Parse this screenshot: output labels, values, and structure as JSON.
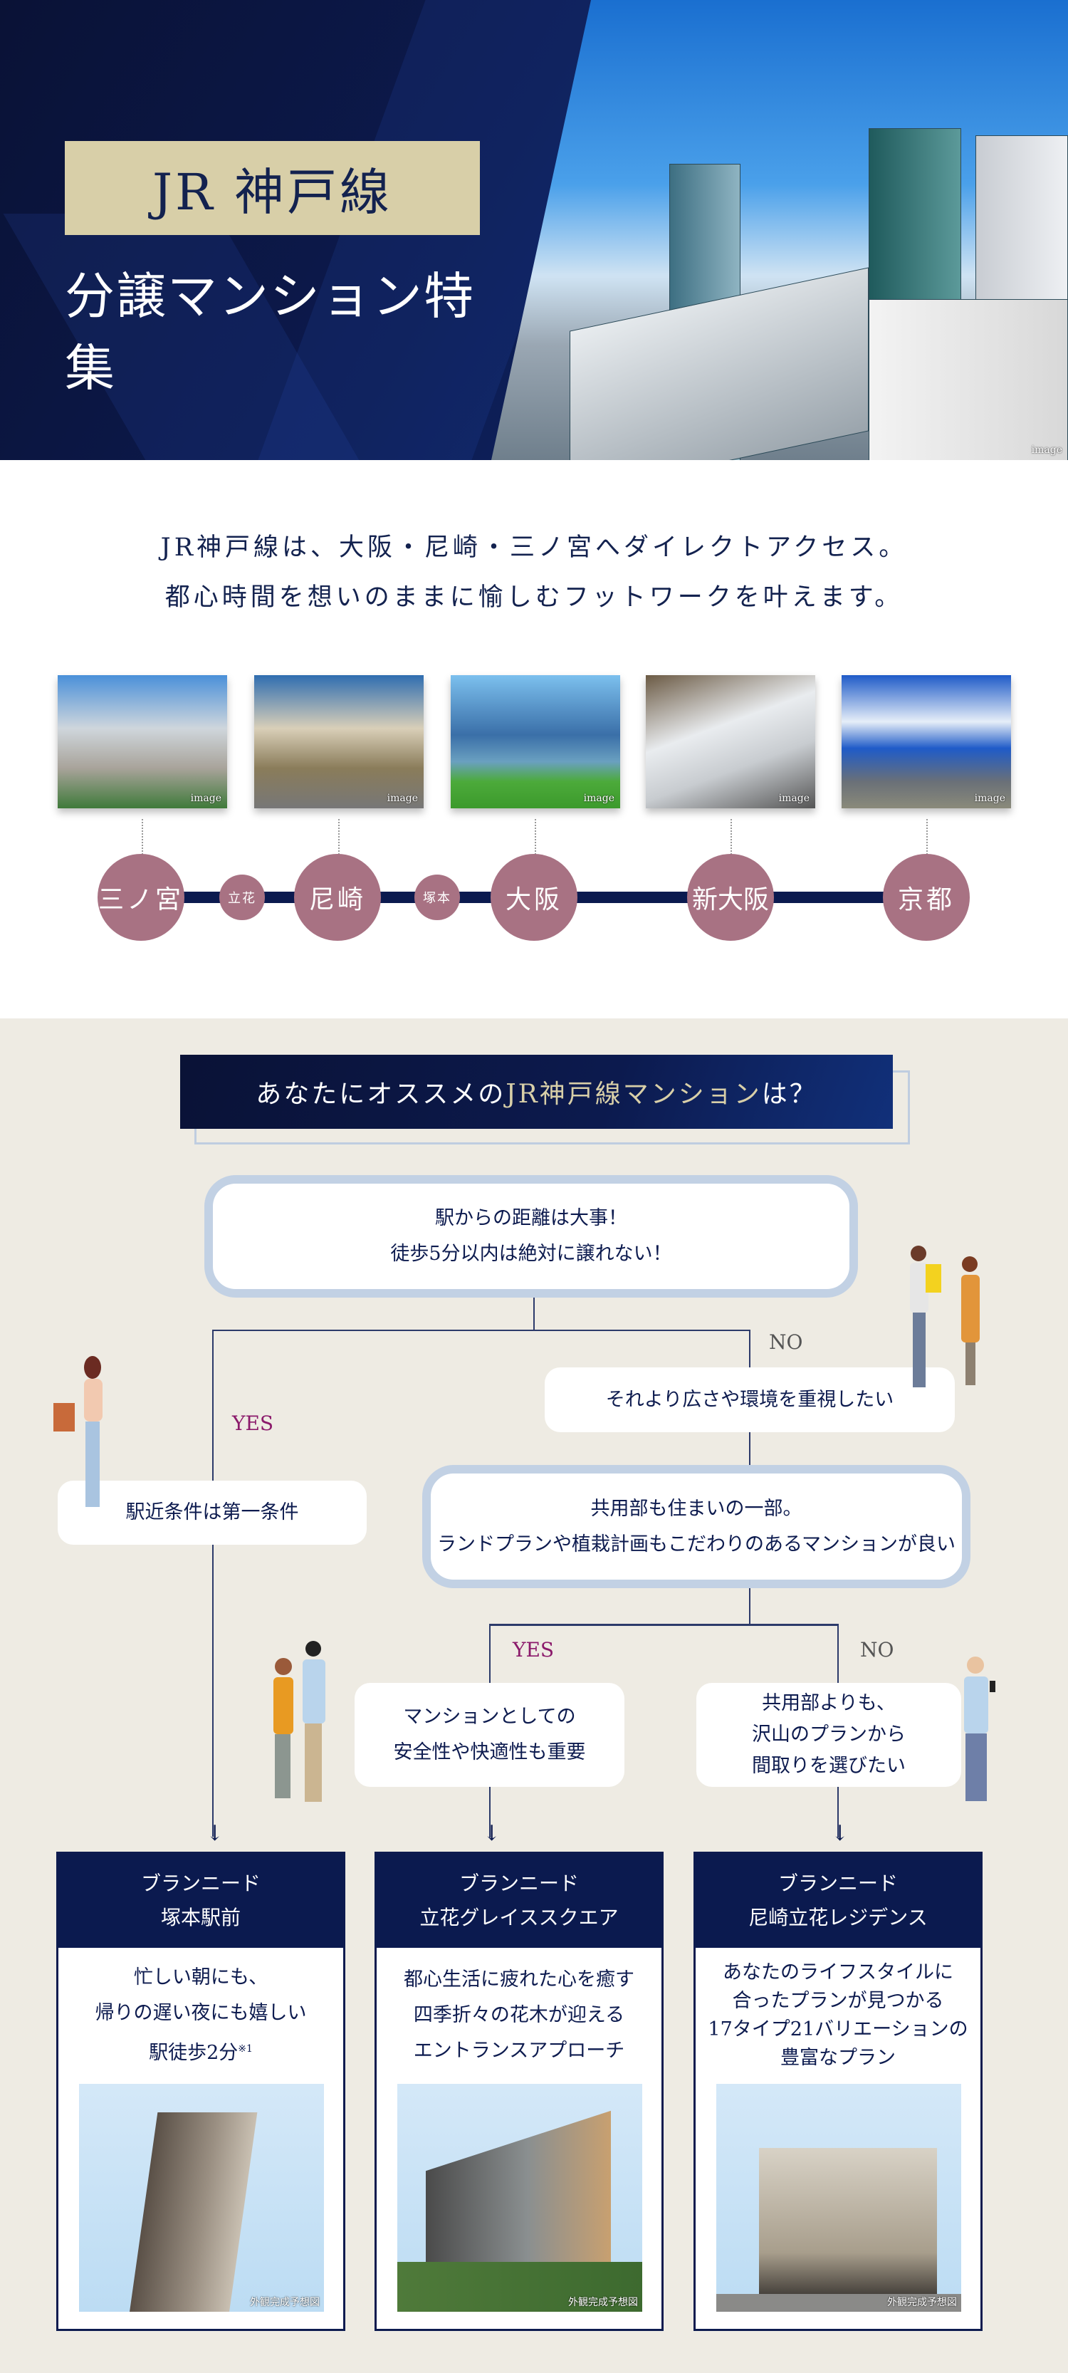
{
  "hero": {
    "title": "JR 神戸線",
    "subtitle": "分譲マンション特集",
    "image_label": "image"
  },
  "intro": {
    "line1": "JR神戸線は、大阪・尼崎・三ノ宮へダイレクトアクセス。",
    "line2": "都心時間を想いのままに愉しむフットワークを叶えます。"
  },
  "photos": [
    {
      "label": "image"
    },
    {
      "label": "image"
    },
    {
      "label": "image"
    },
    {
      "label": "image"
    },
    {
      "label": "image"
    }
  ],
  "stations": {
    "sannomiya": "三ノ宮",
    "tachibana": "立花",
    "amagasaki": "尼崎",
    "tsukamoto": "塚本",
    "osaka": "大阪",
    "shinosaka": "新大阪",
    "kyoto": "京都"
  },
  "quiz": {
    "heading_pre": "あなたにオススメの",
    "heading_gold": "JR神戸線マンション",
    "heading_post": "は？",
    "q1": {
      "line1": "駅からの距離は大事！",
      "line2": "徒歩5分以内は絶対に譲れない！"
    },
    "yes": "YES",
    "no": "NO",
    "a_station": "駅近条件は第一条件",
    "a_space": "それより広さや環境を重視したい",
    "q2": {
      "line1": "共用部も住まいの一部。",
      "line2": "ランドプランや植栽計画もこだわりのあるマンションが良い"
    },
    "a_safety": {
      "line1": "マンションとしての",
      "line2": "安全性や快適性も重要"
    },
    "a_plans": {
      "line1": "共用部よりも、",
      "line2": "沢山のプランから",
      "line3": "間取りを選びたい"
    }
  },
  "cards": [
    {
      "brand": "ブランニード",
      "name": "塚本駅前",
      "desc": [
        "忙しい朝にも、",
        "帰りの遅い夜にも嬉しい",
        "駅徒歩2分"
      ],
      "note": "※1",
      "caption": "外観完成予想図"
    },
    {
      "brand": "ブランニード",
      "name": "立花グレイススクエア",
      "desc": [
        "都心生活に疲れた心を癒す",
        "四季折々の花木が迎える",
        "エントランスアプローチ"
      ],
      "caption": "外観完成予想図"
    },
    {
      "brand": "ブランニード",
      "name": "尼崎立花レジデンス",
      "desc": [
        "あなたのライフスタイルに",
        "合ったプランが見つかる",
        "17タイプ21バリエーションの",
        "豊富なプラン"
      ],
      "caption": "外観完成予想図"
    }
  ],
  "colors": {
    "navy": "#0b1a4f",
    "gold": "#d8cfa8",
    "mauve": "#a87283",
    "beige": "#eeebe3",
    "yes": "#8b1a6b"
  }
}
